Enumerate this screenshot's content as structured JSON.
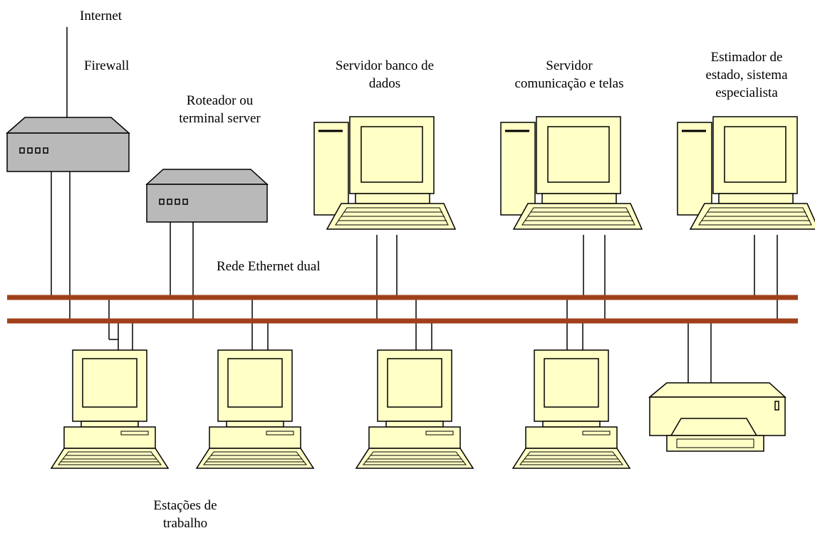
{
  "labels": {
    "internet": "Internet",
    "firewall": "Firewall",
    "router": [
      "Roteador ou",
      "terminal server"
    ],
    "db_server": [
      "Servidor banco de",
      "dados"
    ],
    "comm_server": [
      "Servidor",
      "comunicação e telas"
    ],
    "estimator": [
      "Estimador de",
      "estado, sistema",
      "especialista"
    ],
    "network": "Rede Ethernet dual",
    "workstations": [
      "Estações de",
      "trabalho"
    ]
  },
  "colors": {
    "bus": "#a0401a",
    "device_gray": "#b9b9b9",
    "computer_cream": "#ffffc6",
    "line": "#000000"
  },
  "icons": {
    "firewall": "network-box-icon",
    "router": "network-box-icon",
    "servers": "tower-computer-icon",
    "workstations": "desktop-computer-icon",
    "printer": "printer-icon"
  }
}
